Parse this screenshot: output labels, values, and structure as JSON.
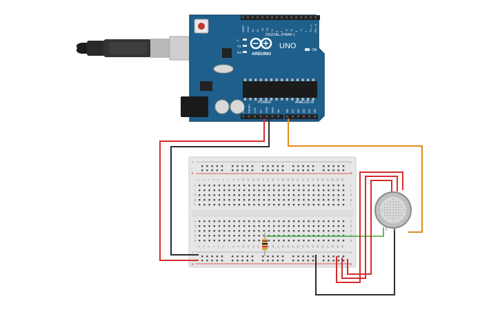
{
  "board": {
    "brand_label": "ARDUINO",
    "model_label": "UNO",
    "digital_header_label": "DIGITAL (PWM~)",
    "analog_header_label": "ANALOG IN",
    "power_header_label": "POWER",
    "on_label": "ON",
    "led_labels": [
      "L",
      "TX",
      "RX"
    ],
    "digital_pins": [
      "AREF",
      "GND",
      "13",
      "12",
      "~11",
      "~10",
      "~9",
      "8",
      "7",
      "~6",
      "~5",
      "4",
      "~3",
      "2",
      "TX→1",
      "RX←0"
    ],
    "power_pins": [
      "IOREF",
      "RESET",
      "3.3V",
      "5V",
      "GND",
      "GND",
      "Vin"
    ],
    "analog_pins": [
      "A0",
      "A1",
      "A2",
      "A3",
      "A4",
      "A5"
    ]
  },
  "breadboard": {
    "column_numbers": [
      "1",
      "2",
      "3",
      "4",
      "5",
      "6",
      "7",
      "8",
      "9",
      "10",
      "11",
      "12",
      "13",
      "14",
      "15",
      "16",
      "17",
      "18",
      "19",
      "20",
      "21",
      "22",
      "23",
      "24",
      "25",
      "26",
      "27",
      "28",
      "29",
      "30"
    ],
    "upper_row_letters": [
      "j",
      "i",
      "h",
      "g",
      "f"
    ],
    "lower_row_letters": [
      "e",
      "d",
      "c",
      "b",
      "a"
    ],
    "rail_plus": "+",
    "rail_minus": "-"
  },
  "colors": {
    "board": "#1f5f8b",
    "wire_power": "#d62a2a",
    "wire_ground": "#2b2b2b",
    "wire_signal": "#e08a1e",
    "wire_link": "#3aa832",
    "breadboard": "#e6e6e6"
  }
}
